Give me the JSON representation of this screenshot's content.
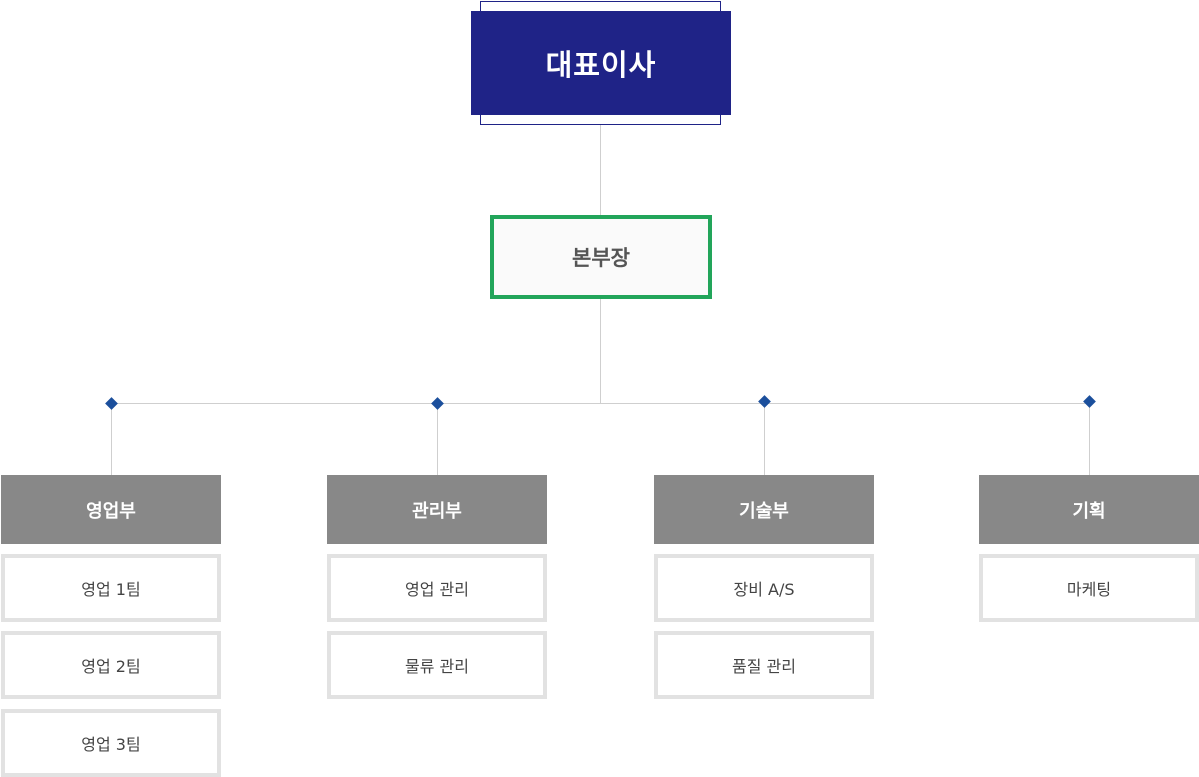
{
  "ceo": {
    "label": "대표이사"
  },
  "head": {
    "label": "본부장"
  },
  "departments": [
    {
      "label": "영업부",
      "teams": [
        "영업 1팀",
        "영업 2팀",
        "영업 3팀"
      ]
    },
    {
      "label": "관리부",
      "teams": [
        "영업 관리",
        "물류 관리"
      ]
    },
    {
      "label": "기술부",
      "teams": [
        "장비 A/S",
        "품질 관리"
      ]
    },
    {
      "label": "기획",
      "teams": [
        "마케팅"
      ]
    }
  ],
  "colors": {
    "ceo": "#1f2387",
    "head_border": "#22a55a",
    "department": "#888888",
    "team_border": "#e2e2e2",
    "connector_dot": "#1b4f9c"
  }
}
